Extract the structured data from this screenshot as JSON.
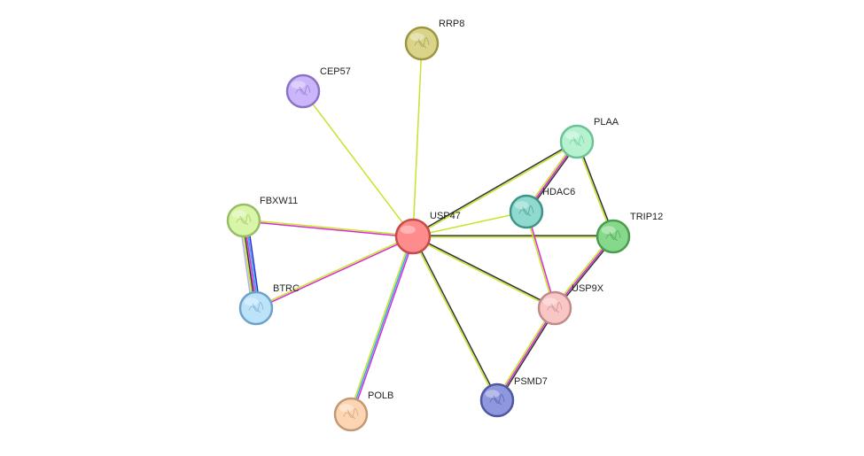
{
  "evidence_colors": {
    "textmining": "#c7e32a",
    "experiments": "#d62bd6",
    "coexpression": "#333333",
    "database": "#2ea8e8",
    "neighborhood": "#2b2bd9",
    "fusion": "#d62b2b",
    "cooccurrence": "#2b2bd9",
    "homology": "#b0b0f0"
  },
  "nodes": [
    {
      "id": "USP47",
      "label": "USP47",
      "fill": "#ff8c8c",
      "stroke": "#c84a4a",
      "center": true
    },
    {
      "id": "RRP8",
      "label": "RRP8",
      "fill": "#d9d48a",
      "stroke": "#9c9640"
    },
    {
      "id": "CEP57",
      "label": "CEP57",
      "fill": "#cbb6fb",
      "stroke": "#8a74c4"
    },
    {
      "id": "PLAA",
      "label": "PLAA",
      "fill": "#b6f2d0",
      "stroke": "#6cc294"
    },
    {
      "id": "HDAC6",
      "label": "HDAC6",
      "fill": "#8fd9cf",
      "stroke": "#3f9488"
    },
    {
      "id": "TRIP12",
      "label": "TRIP12",
      "fill": "#86d98a",
      "stroke": "#4a9c4e"
    },
    {
      "id": "FBXW11",
      "label": "FBXW11",
      "fill": "#d8f5a8",
      "stroke": "#98bd64"
    },
    {
      "id": "BTRC",
      "label": "BTRC",
      "fill": "#bde3fb",
      "stroke": "#6fa2c8"
    },
    {
      "id": "USP9X",
      "label": "USP9X",
      "fill": "#f9c6c6",
      "stroke": "#c28a8a"
    },
    {
      "id": "PSMD7",
      "label": "PSMD7",
      "fill": "#8f98de",
      "stroke": "#4e589f"
    },
    {
      "id": "POLB",
      "label": "POLB",
      "fill": "#fcd6b4",
      "stroke": "#c49872"
    }
  ],
  "edges": [
    {
      "source": "USP47",
      "target": "RRP8",
      "evidence": [
        "textmining"
      ]
    },
    {
      "source": "USP47",
      "target": "CEP57",
      "evidence": [
        "textmining"
      ]
    },
    {
      "source": "USP47",
      "target": "PLAA",
      "evidence": [
        "coexpression",
        "textmining"
      ]
    },
    {
      "source": "USP47",
      "target": "HDAC6",
      "evidence": [
        "textmining"
      ]
    },
    {
      "source": "USP47",
      "target": "TRIP12",
      "evidence": [
        "coexpression",
        "textmining"
      ]
    },
    {
      "source": "USP47",
      "target": "FBXW11",
      "evidence": [
        "experiments",
        "textmining"
      ]
    },
    {
      "source": "USP47",
      "target": "BTRC",
      "evidence": [
        "experiments",
        "textmining"
      ]
    },
    {
      "source": "USP47",
      "target": "USP9X",
      "evidence": [
        "coexpression",
        "textmining"
      ]
    },
    {
      "source": "USP47",
      "target": "PSMD7",
      "evidence": [
        "coexpression",
        "textmining"
      ]
    },
    {
      "source": "USP47",
      "target": "POLB",
      "evidence": [
        "experiments",
        "database",
        "textmining"
      ]
    },
    {
      "source": "PLAA",
      "target": "HDAC6",
      "evidence": [
        "coexpression",
        "experiments",
        "textmining"
      ]
    },
    {
      "source": "PLAA",
      "target": "TRIP12",
      "evidence": [
        "coexpression",
        "textmining"
      ]
    },
    {
      "source": "HDAC6",
      "target": "USP9X",
      "evidence": [
        "experiments",
        "textmining"
      ]
    },
    {
      "source": "TRIP12",
      "target": "USP9X",
      "evidence": [
        "coexpression",
        "experiments",
        "textmining"
      ]
    },
    {
      "source": "USP9X",
      "target": "PSMD7",
      "evidence": [
        "coexpression",
        "experiments",
        "textmining"
      ]
    },
    {
      "source": "FBXW11",
      "target": "BTRC",
      "evidence": [
        "neighborhood",
        "database",
        "experiments",
        "coexpression",
        "textmining",
        "homology"
      ]
    }
  ]
}
